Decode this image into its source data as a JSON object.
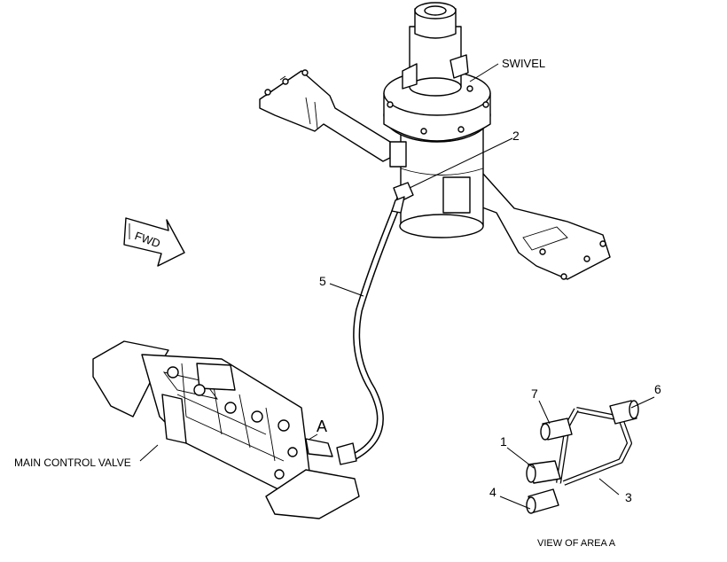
{
  "labels": {
    "swivel": "SWIVEL",
    "main_control_valve": "MAIN CONTROL VALVE",
    "view_of_area_a": "VIEW OF AREA A",
    "area_marker": "A",
    "fwd": "FWD"
  },
  "callouts": {
    "c1": "1",
    "c2": "2",
    "c3": "3",
    "c4": "4",
    "c5": "5",
    "c6": "6",
    "c7": "7"
  }
}
